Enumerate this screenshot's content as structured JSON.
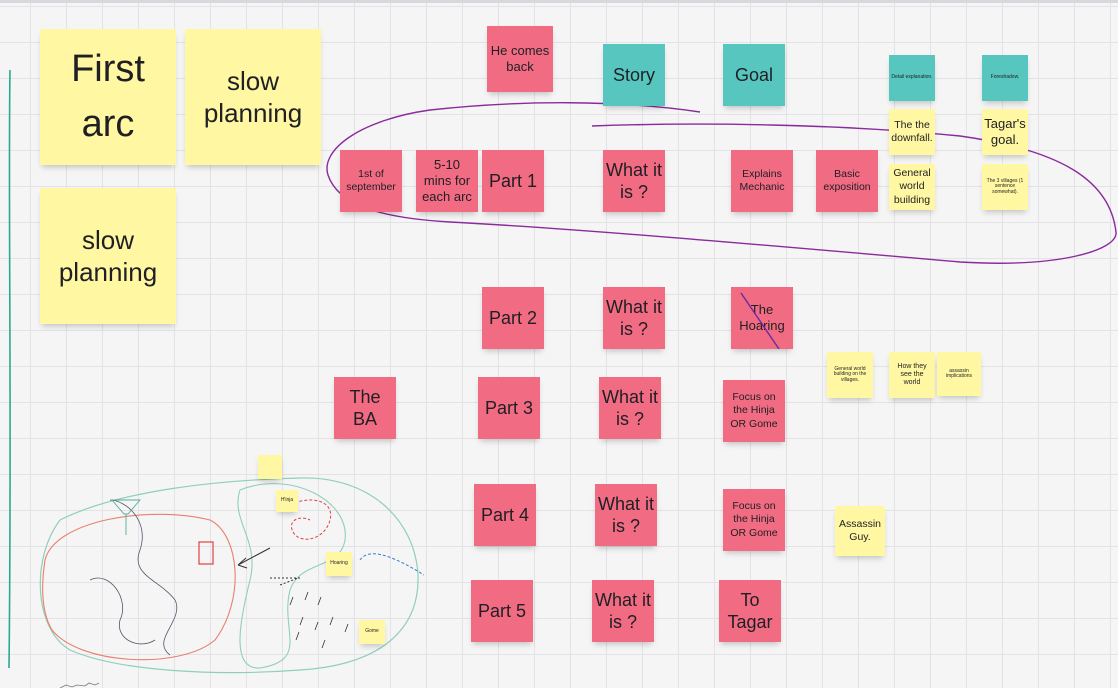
{
  "colors": {
    "yellow_note": "#fff7a1",
    "pink_note": "#f16b82",
    "teal_note": "#56c6be",
    "lasso_purple": "#8b2a9c",
    "margin_line_green": "#2aa98c",
    "sketch_green": "#8fcfb8",
    "sketch_red": "#e8806a"
  },
  "notes": {
    "first_arc": "First arc",
    "slow_planning_1": "slow planning",
    "slow_planning_2": "slow planning",
    "he_comes_back": "He comes back",
    "story": "Story",
    "goal": "Goal",
    "detail_explanation": "Detail explanation.",
    "foreshadow": "Foreshadow.",
    "the_the_downfall": "The the downfall.",
    "tagars_goal": "Tagar's goal.",
    "first_september": "1st of september",
    "five_ten_mins": "5-10 mins for each arc",
    "part1": "Part 1",
    "what1": "What it is ?",
    "explains_mechanic": "Explains Mechanic",
    "basic_exposition": "Basic exposition",
    "general_world_building": "General world building",
    "three_villages": "The 3 villages (1 sentence somewhat).",
    "part2": "Part 2",
    "what2": "What it is ?",
    "the_hoaring": "The Hoaring",
    "general_world_villages": "General world building on the villages.",
    "how_they_see": "How they see the world",
    "assassin_implications": "assassin implications",
    "the_ba": "The BA",
    "part3": "Part 3",
    "what3": "What it is ?",
    "focus_hinja_3": "Focus on the Hinja OR Gome",
    "part4": "Part 4",
    "what4": "What it is ?",
    "focus_hinja_4": "Focus on the Hinja OR Gome",
    "assassin_guy": "Assassin Guy.",
    "part5": "Part 5",
    "what5": "What it is ?",
    "to_tagar": "To Tagar"
  },
  "map_sketch": {
    "hinja_label": "H'inja",
    "hoaring_label": "Hoaring",
    "gome_label": "Gome"
  },
  "icons": [
    "strike-through-mark",
    "lasso-outline",
    "map-sketch"
  ]
}
